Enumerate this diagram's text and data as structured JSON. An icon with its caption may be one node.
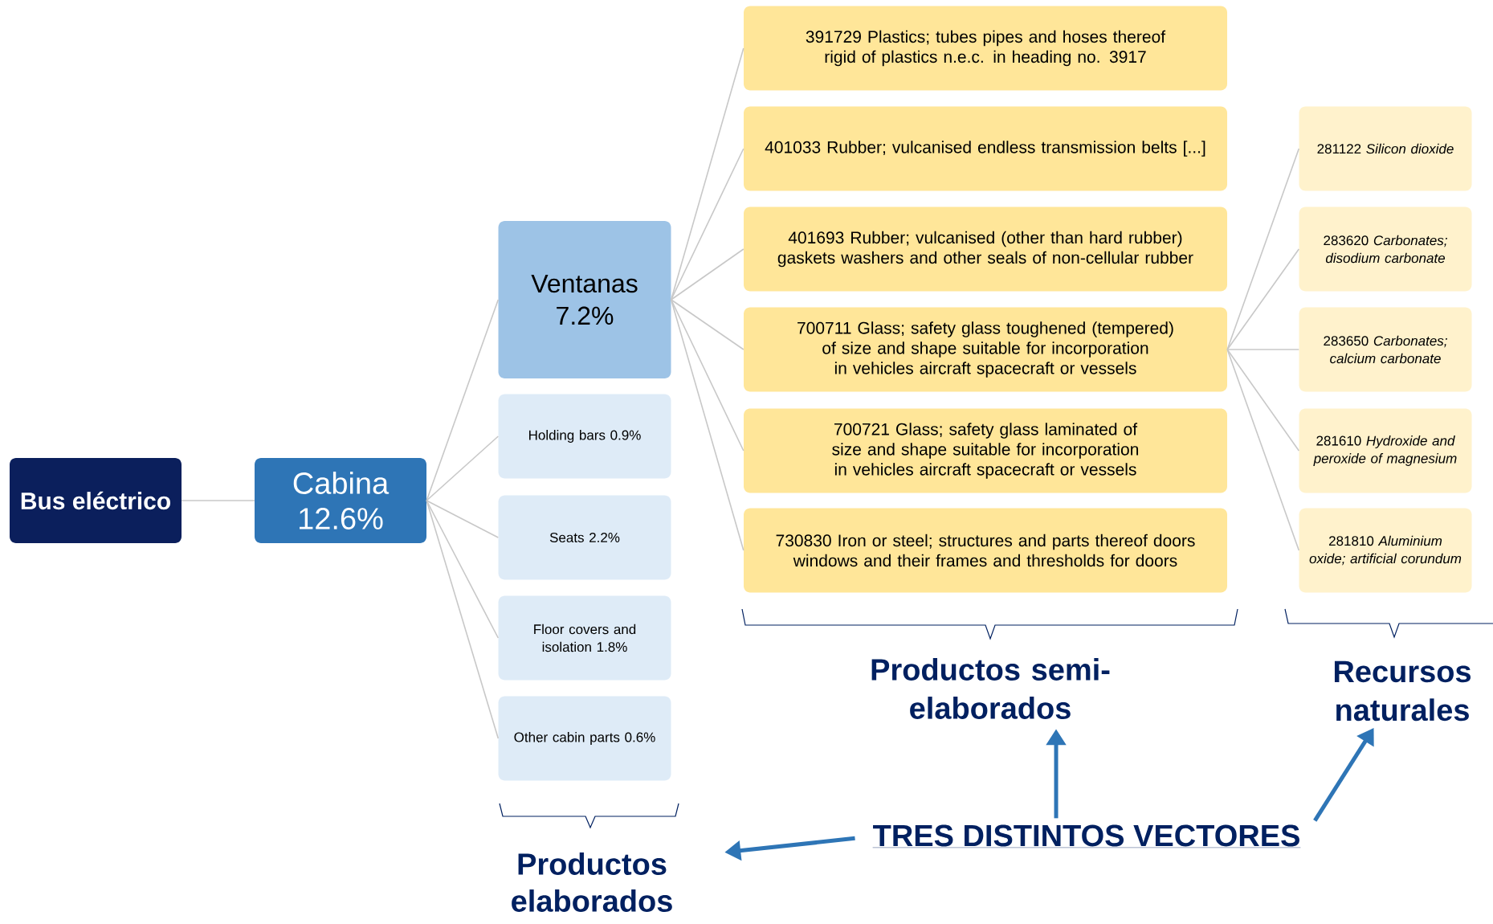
{
  "diagram": {
    "nodes": [
      {
        "text": [
          "Bus eléctrico"
        ]
      },
      {
        "text": [
          "Cabina 12.6%"
        ]
      },
      {
        "text": [
          "Ventanas 7.2%"
        ]
      },
      {
        "text": [
          "Holding bars 0.9%"
        ]
      },
      {
        "text": [
          "Seats 2.2%"
        ]
      },
      {
        "text": [
          "Floor covers and isolation 1.8%"
        ]
      },
      {
        "text": [
          "Other cabin parts 0.6%"
        ]
      },
      {
        "text": [
          "391729 Plastics; tubes pipes and hoses thereof rigid of plastics n.e.c. in heading no. 3917"
        ]
      },
      {
        "text": [
          "401033 Rubber; vulcanised endless transmission belts [...]"
        ]
      },
      {
        "text": [
          "401693 Rubber; vulcanised (other than hard rubber) gaskets washers and other seals of non-cellular rubber"
        ]
      },
      {
        "text": [
          "700711 Glass; safety glass toughened (tempered) of size and shape suitable for incorporation in vehicles aircraft spacecraft or vessels"
        ]
      },
      {
        "text": [
          "700721 Glass; safety glass laminated of size and shape suitable for incorporation in vehicles aircraft spacecraft or vessels"
        ]
      },
      {
        "text": [
          "730830 Iron or steel; structures and parts thereof doors windows and their frames and thresholds for doors"
        ]
      },
      {
        "text": [
          "281122 *Silicon dioxide*"
        ]
      },
      {
        "text": [
          "283620 *Carbonates; disodium carbonate*"
        ]
      },
      {
        "text": [
          "283650 *Carbonates; calcium carbonate*"
        ]
      },
      {
        "text": [
          "281610 *Hydroxide and peroxide of magnesium*"
        ]
      },
      {
        "text": [
          "281810 *Aluminium oxide; artificial corundum*"
        ]
      },
      {
        "text": [
          "Productos elaborados"
        ]
      },
      {
        "text": [
          "Productos semi-elaborados"
        ]
      },
      {
        "text": [
          "Recursos naturales"
        ]
      },
      {
        "text": [
          "TRES DISTINTOS VECTORES"
        ]
      }
    ],
    "edges": [
      {
        "from": 0,
        "to": 1,
        "arrow": "none"
      },
      {
        "from": 1,
        "to": 2,
        "arrow": "none"
      },
      {
        "from": 1,
        "to": 3,
        "arrow": "none"
      },
      {
        "from": 1,
        "to": 4,
        "arrow": "none"
      },
      {
        "from": 1,
        "to": 5,
        "arrow": "none"
      },
      {
        "from": 1,
        "to": 6,
        "arrow": "none"
      },
      {
        "from": 2,
        "to": 7,
        "arrow": "none"
      },
      {
        "from": 2,
        "to": 8,
        "arrow": "none"
      },
      {
        "from": 2,
        "to": 9,
        "arrow": "none"
      },
      {
        "from": 2,
        "to": 10,
        "arrow": "none"
      },
      {
        "from": 2,
        "to": 11,
        "arrow": "none"
      },
      {
        "from": 2,
        "to": 12,
        "arrow": "none"
      },
      {
        "from": 10,
        "to": 13,
        "arrow": "none"
      },
      {
        "from": 10,
        "to": 14,
        "arrow": "none"
      },
      {
        "from": 10,
        "to": 15,
        "arrow": "none"
      },
      {
        "from": 10,
        "to": 16,
        "arrow": "none"
      },
      {
        "from": 10,
        "to": 17,
        "arrow": "none"
      },
      {
        "from": 21,
        "to": 18,
        "arrow": "to",
        "style": "thick",
        "color": "#2e75b6"
      },
      {
        "from": 21,
        "to": 19,
        "arrow": "to",
        "style": "thick",
        "color": "#2e75b6"
      },
      {
        "from": 21,
        "to": 20,
        "arrow": "to",
        "style": "thick",
        "color": "#2e75b6"
      }
    ]
  }
}
